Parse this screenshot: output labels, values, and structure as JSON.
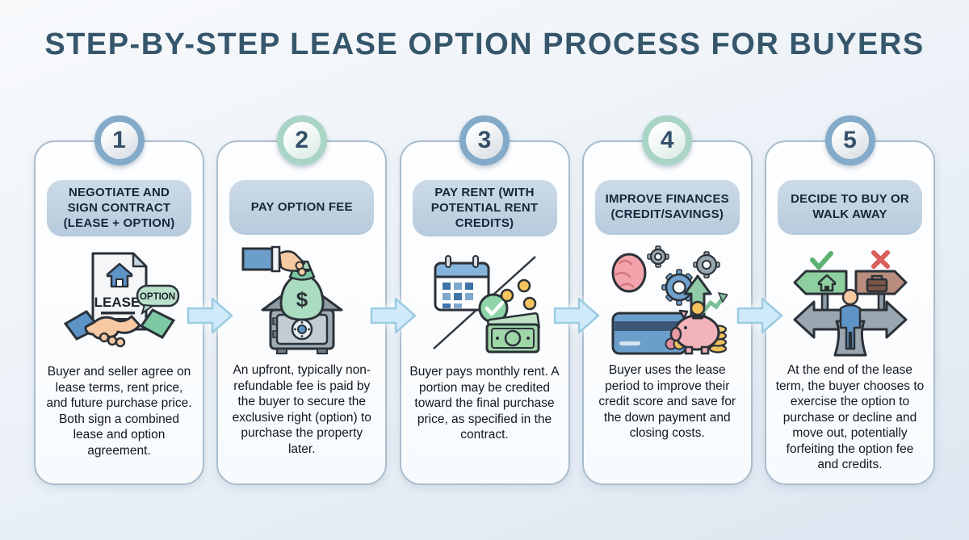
{
  "title": "STEP-BY-STEP LEASE OPTION PROCESS FOR BUYERS",
  "colors": {
    "title_text": "#35566b",
    "background_top": "#f8fafc",
    "background_bottom": "#dde7f1",
    "card_border": "#a9bccc",
    "card_fill": "#fbfdfe",
    "header_pill": "#bfd1e1",
    "header_text": "#16273a",
    "ring_blue": "#84aac9",
    "ring_teal": "#a9d4c6",
    "arrow_fill": "#cfeafb",
    "arrow_stroke": "#9ccbe2"
  },
  "steps": [
    {
      "number": "1",
      "ring_color": "#84aac9",
      "title": "NEGOTIATE AND SIGN CONTRACT (LEASE + OPTION)",
      "icon": "lease-contract-handshake-icon",
      "icon_labels": {
        "document": "LEASE",
        "bubble": "OPTION"
      },
      "description": "Buyer and seller agree on lease terms, rent price, and future purchase price. Both sign a combined lease and option agreement."
    },
    {
      "number": "2",
      "ring_color": "#a9d4c6",
      "title": "PAY OPTION FEE",
      "icon": "money-bag-into-safe-icon",
      "icon_labels": {
        "money_bag": "$"
      },
      "description": "An upfront, typically non-refundable fee is paid by the buyer to secure the exclusive right (option) to purchase the property later."
    },
    {
      "number": "3",
      "ring_color": "#84aac9",
      "title": "PAY RENT (WITH POTENTIAL RENT CREDITS)",
      "icon": "calendar-and-cash-icon",
      "icon_labels": {},
      "description": "Buyer pays monthly rent. A portion may be credited toward the final purchase price, as specified in the contract."
    },
    {
      "number": "4",
      "ring_color": "#a9d4c6",
      "title": "IMPROVE FINANCES (CREDIT/SAVINGS)",
      "icon": "credit-and-savings-icon",
      "icon_labels": {},
      "description": "Buyer uses the lease period to improve their credit score and save for the down payment and closing costs."
    },
    {
      "number": "5",
      "ring_color": "#84aac9",
      "title": "DECIDE TO BUY OR WALK AWAY",
      "icon": "decision-crossroads-icon",
      "icon_labels": {},
      "description": "At the end of the lease term, the buyer chooses to exercise the option to purchase or decline and move out, potentially forfeiting the option fee and credits."
    }
  ]
}
